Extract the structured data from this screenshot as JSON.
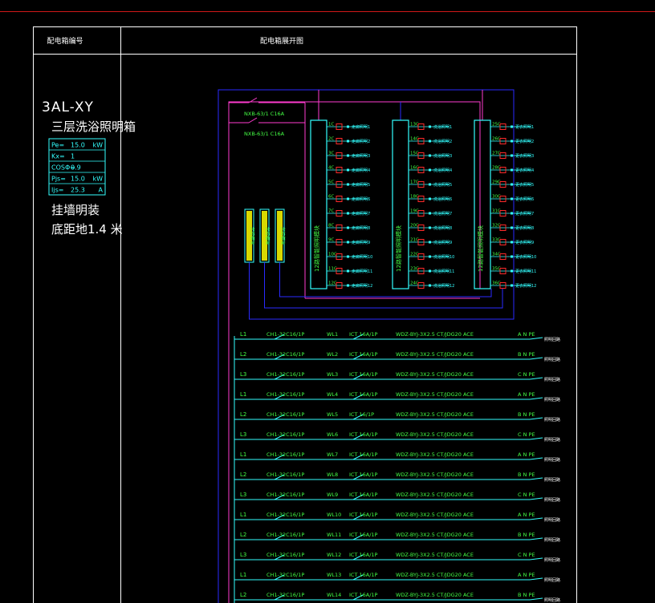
{
  "colors": {
    "frame": "#ffffff",
    "bus_blue": "#2a2aff",
    "bus_magenta": "#ff3ccf",
    "cyan": "#33ffff",
    "green": "#44ff44",
    "yellow": "#ffff00",
    "red": "#ff2a2a",
    "top_line": "#d01818"
  },
  "header": {
    "box_id_label": "配电箱编号",
    "diagram_label": "配电箱展开图"
  },
  "box": {
    "id": "3AL-XY",
    "name": "三层洗浴照明箱",
    "params": [
      {
        "label": "Pe=",
        "value": "15.0",
        "unit": "kW"
      },
      {
        "label": "Kx=",
        "value": "1",
        "unit": ""
      },
      {
        "label": "COSΦ=",
        "value": "0.9",
        "unit": ""
      },
      {
        "label": "Pjs=",
        "value": "15.0",
        "unit": "kW"
      },
      {
        "label": "Ijs=",
        "value": "25.3",
        "unit": "A"
      }
    ],
    "install": [
      "挂墙明装",
      "底距地1.4 米"
    ]
  },
  "breakers": [
    "NXB-63/1 C16A",
    "NXB-63/1 C16A"
  ],
  "small_modules": [
    "光控模块",
    "光控模块",
    "光控模块"
  ],
  "modules": [
    {
      "label": "12路智能照明模块",
      "channels": [
        "1C",
        "2C",
        "3C",
        "4C",
        "5C",
        "6C",
        "7C",
        "8C",
        "9C",
        "10C",
        "11C",
        "12C"
      ]
    },
    {
      "label": "12路智能照明模块",
      "channels": [
        "13C",
        "14C",
        "15C",
        "16C",
        "17C",
        "18C",
        "19C",
        "20C",
        "21C",
        "22C",
        "23C",
        "24C"
      ]
    },
    {
      "label": "12路智能照明模块",
      "channels": [
        "25C",
        "26C",
        "27C",
        "28C",
        "29C",
        "30C",
        "31C",
        "32C",
        "33C",
        "34C",
        "35C",
        "36C"
      ]
    }
  ],
  "module_outputs": [
    [
      "走廊照明1",
      "走廊照明2",
      "走廊照明3",
      "走廊照明4",
      "走廊照明5",
      "走廊照明6",
      "走廊照明7",
      "走廊照明8",
      "走廊照明9",
      "走廊照明10",
      "走廊照明11",
      "走廊照明12"
    ],
    [
      "洗浴照明1",
      "洗浴照明2",
      "洗浴照明3",
      "洗浴照明4",
      "洗浴照明5",
      "洗浴照明6",
      "洗浴照明7",
      "洗浴照明8",
      "洗浴照明9",
      "洗浴照明10",
      "洗浴照明11",
      "洗浴照明12"
    ],
    [
      "更衣照明1",
      "更衣照明2",
      "更衣照明3",
      "更衣照明4",
      "更衣照明5",
      "更衣照明6",
      "更衣照明7",
      "更衣照明8",
      "更衣照明9",
      "更衣照明10",
      "更衣照明11",
      "更衣照明12"
    ]
  ],
  "circuits": [
    {
      "phase": "L1",
      "breaker": "CH1-32C16/1P",
      "id": "WL1",
      "relay": "ICT 16A/1P",
      "cable": "WDZ-BYJ-3X2.5  CT/JDG20  ACE",
      "phases": "A N PE",
      "load": "照明回路"
    },
    {
      "phase": "L2",
      "breaker": "CH1-32C16/1P",
      "id": "WL2",
      "relay": "ICT 16A/1P",
      "cable": "WDZ-BYJ-3X2.5  CT/JDG20  ACE",
      "phases": "B N PE",
      "load": "照明回路"
    },
    {
      "phase": "L3",
      "breaker": "CH1-32C16/1P",
      "id": "WL3",
      "relay": "ICT 16A/1P",
      "cable": "WDZ-BYJ-3X2.5  CT/JDG20  ACE",
      "phases": "C N PE",
      "load": "照明回路"
    },
    {
      "phase": "L1",
      "breaker": "CH1-32C16/1P",
      "id": "WL4",
      "relay": "ICT 16A/1P",
      "cable": "WDZ-BYJ-3X2.5  CT/JDG20  ACE",
      "phases": "A N PE",
      "load": "照明回路"
    },
    {
      "phase": "L2",
      "breaker": "CH1-32C16/1P",
      "id": "WL5",
      "relay": "ICT 16/1P",
      "cable": "WDZ-BYJ-3X2.5  CT/JDG20  ACE",
      "phases": "B N PE",
      "load": "照明回路"
    },
    {
      "phase": "L3",
      "breaker": "CH1-32C16/1P",
      "id": "WL6",
      "relay": "ICT 16A/1P",
      "cable": "WDZ-BYJ-3X2.5  CT/JDG20  ACE",
      "phases": "C N PE",
      "load": "照明回路"
    },
    {
      "phase": "L1",
      "breaker": "CH1-32C16/1P",
      "id": "WL7",
      "relay": "ICT 16A/1P",
      "cable": "WDZ-BYJ-3X2.5  CT/JDG20  ACE",
      "phases": "A N PE",
      "load": "照明回路"
    },
    {
      "phase": "L2",
      "breaker": "CH1-32C16/1P",
      "id": "WL8",
      "relay": "ICT 16A/1P",
      "cable": "WDZ-BYJ-3X2.5  CT/JDG20  ACE",
      "phases": "B N PE",
      "load": "照明回路"
    },
    {
      "phase": "L3",
      "breaker": "CH1-32C16/1P",
      "id": "WL9",
      "relay": "ICT 16A/1P",
      "cable": "WDZ-BYJ-3X2.5  CT/JDG20  ACE",
      "phases": "C N PE",
      "load": "照明回路"
    },
    {
      "phase": "L1",
      "breaker": "CH1-32C16/1P",
      "id": "WL10",
      "relay": "ICT 16A/1P",
      "cable": "WDZ-BYJ-3X2.5  CT/JDG20  ACE",
      "phases": "A N PE",
      "load": "照明回路"
    },
    {
      "phase": "L2",
      "breaker": "CH1-32C16/1P",
      "id": "WL11",
      "relay": "ICT 16A/1P",
      "cable": "WDZ-BYJ-3X2.5  CT/JDG20  ACE",
      "phases": "B N PE",
      "load": "照明回路"
    },
    {
      "phase": "L3",
      "breaker": "CH1-32C16/1P",
      "id": "WL12",
      "relay": "ICT 16A/1P",
      "cable": "WDZ-BYJ-3X2.5  CT/JDG20  ACE",
      "phases": "C N PE",
      "load": "照明回路"
    },
    {
      "phase": "L1",
      "breaker": "CH1-32C16/1P",
      "id": "WL13",
      "relay": "ICT 16A/1P",
      "cable": "WDZ-BYJ-3X2.5  CT/JDG20  ACE",
      "phases": "A N PE",
      "load": "照明回路"
    },
    {
      "phase": "L2",
      "breaker": "CH1-32C16/1P",
      "id": "WL14",
      "relay": "ICT 16A/1P",
      "cable": "WDZ-BYJ-3X2.5  CT/JDG20  ACE",
      "phases": "B N PE",
      "load": "照明回路"
    }
  ]
}
